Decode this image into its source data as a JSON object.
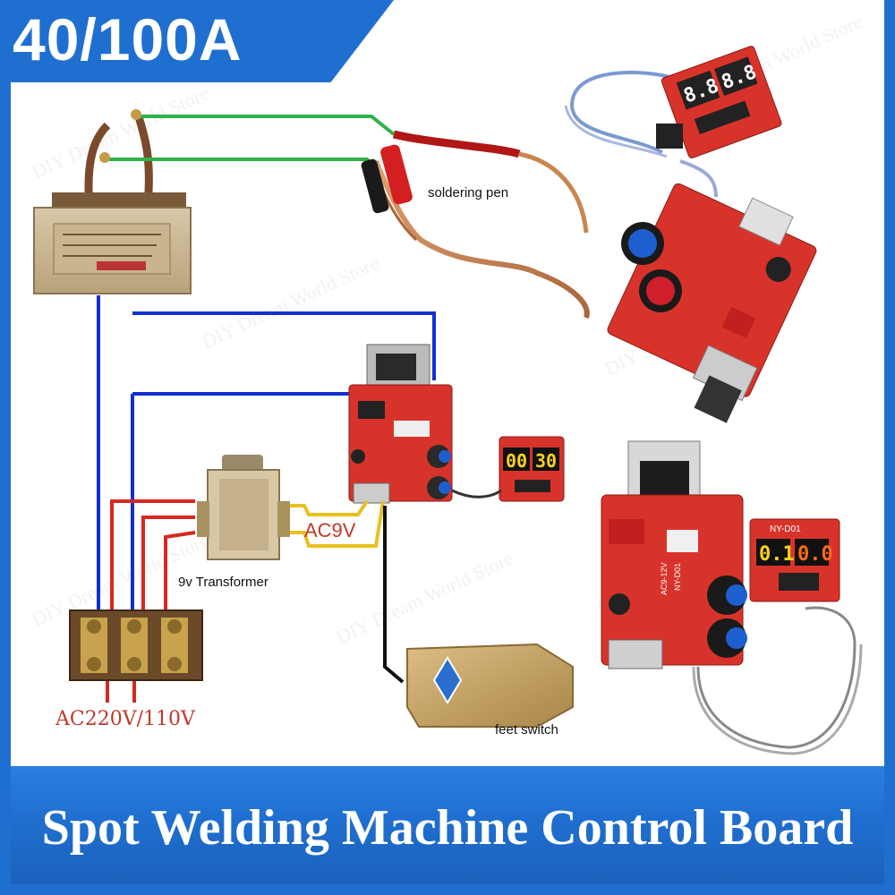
{
  "header": {
    "badge": "40/100A"
  },
  "footer": {
    "title": "Spot Welding Machine Control Board"
  },
  "labels": {
    "soldering_pen": "soldering pen",
    "ac9v": "AC9V",
    "transformer_9v": "9v Transformer",
    "mains": "AC220V/110V",
    "feet_switch": "feet switch"
  },
  "displays": {
    "small_left": "00",
    "small_right": "30",
    "large_left": "0.1",
    "large_right": "0.0",
    "top_left": "8.8",
    "top_right": "8.8"
  },
  "board_marks": {
    "timer_model": "NY-D01",
    "power_text": "AC9-12V",
    "board_id": "NY-D01"
  },
  "watermark": "DIY Dream World Store",
  "colors": {
    "accent_blue": "#1f6fd0",
    "wire_green": "#2db34a",
    "wire_blue": "#1030d0",
    "wire_red": "#d6281f",
    "wire_yellow": "#e8c020",
    "board_red": "#d8332a",
    "copper": "#c9864e",
    "pedal_gold": "#c9a56a"
  }
}
